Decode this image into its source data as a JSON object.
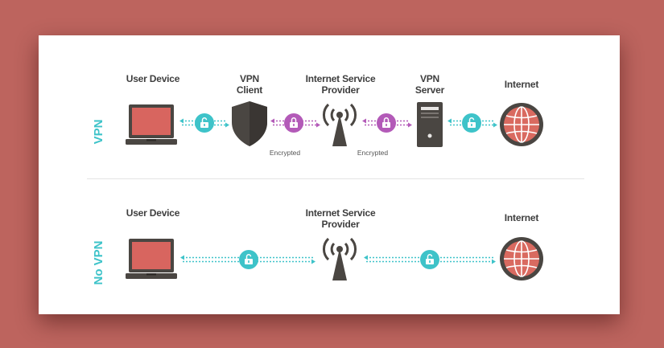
{
  "rows": [
    {
      "label": "VPN",
      "nodes": {
        "user_device": "User Device",
        "vpn_client": "VPN Client",
        "isp": "Internet Service Provider",
        "vpn_server": "VPN Server",
        "internet": "Internet"
      },
      "encrypted_labels": [
        "Encrypted",
        "Encrypted"
      ]
    },
    {
      "label": "No VPN",
      "nodes": {
        "user_device": "User Device",
        "isp": "Internet Service Provider",
        "internet": "Internet"
      }
    }
  ],
  "colors": {
    "background": "#bd645e",
    "teal": "#3ec3c9",
    "purple": "#b35ab8",
    "laptop_screen": "#d8655f",
    "dark": "#4a4642",
    "globe_red": "#d96a60"
  },
  "icons": [
    "laptop-icon",
    "shield-icon",
    "antenna-icon",
    "server-icon",
    "globe-icon",
    "lock-icon",
    "unlock-icon"
  ]
}
